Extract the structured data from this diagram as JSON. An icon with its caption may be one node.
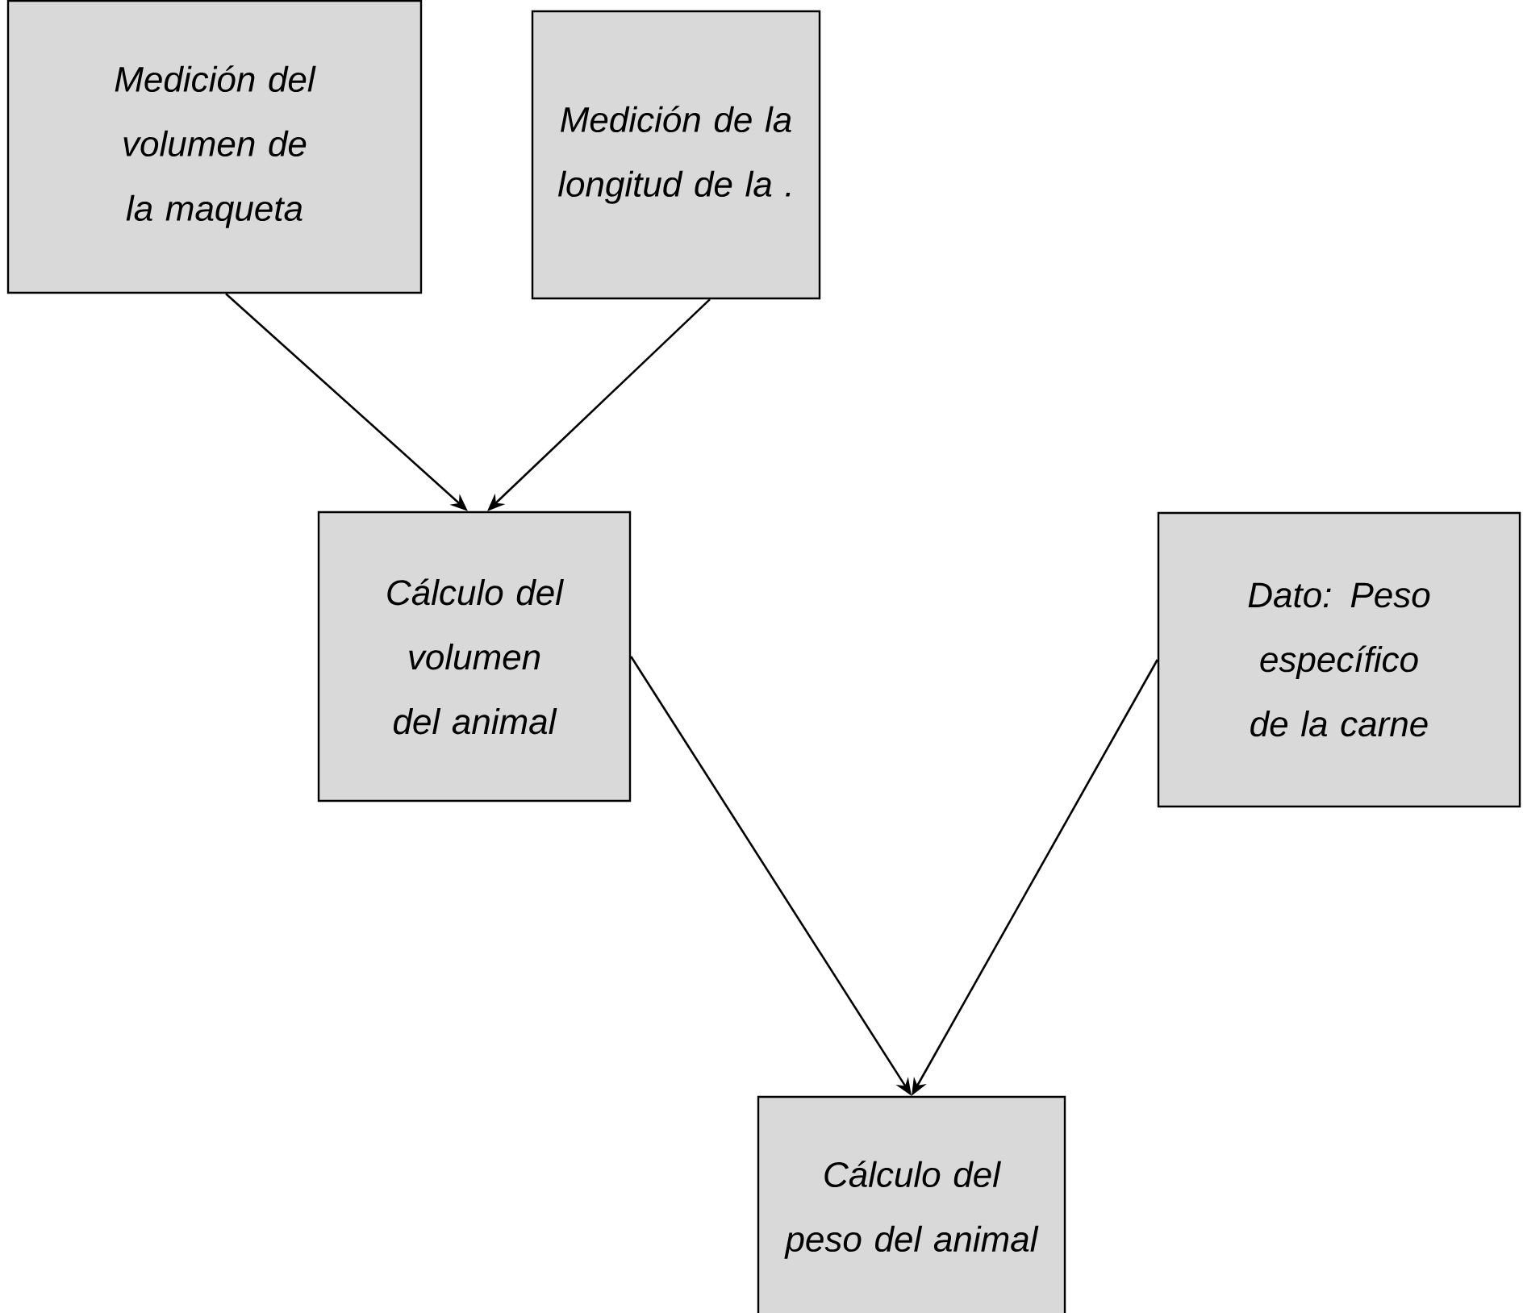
{
  "diagram": {
    "nodes": [
      {
        "text": [
          "Medición del volumen de la maqueta"
        ]
      },
      {
        "text": [
          "Medición de la longitud de la ."
        ]
      },
      {
        "text": [
          "Cálculo del volumen del animal"
        ]
      },
      {
        "text": [
          "Dato: Peso específico de la carne"
        ]
      },
      {
        "text": [
          "Cálculo del peso del animal"
        ]
      }
    ],
    "edges": [
      {
        "from": 0,
        "to": 2,
        "arrow": "to"
      },
      {
        "from": 1,
        "to": 2,
        "arrow": "to"
      },
      {
        "from": 2,
        "to": 4,
        "arrow": "to"
      },
      {
        "from": 3,
        "to": 4,
        "arrow": "to"
      }
    ]
  }
}
